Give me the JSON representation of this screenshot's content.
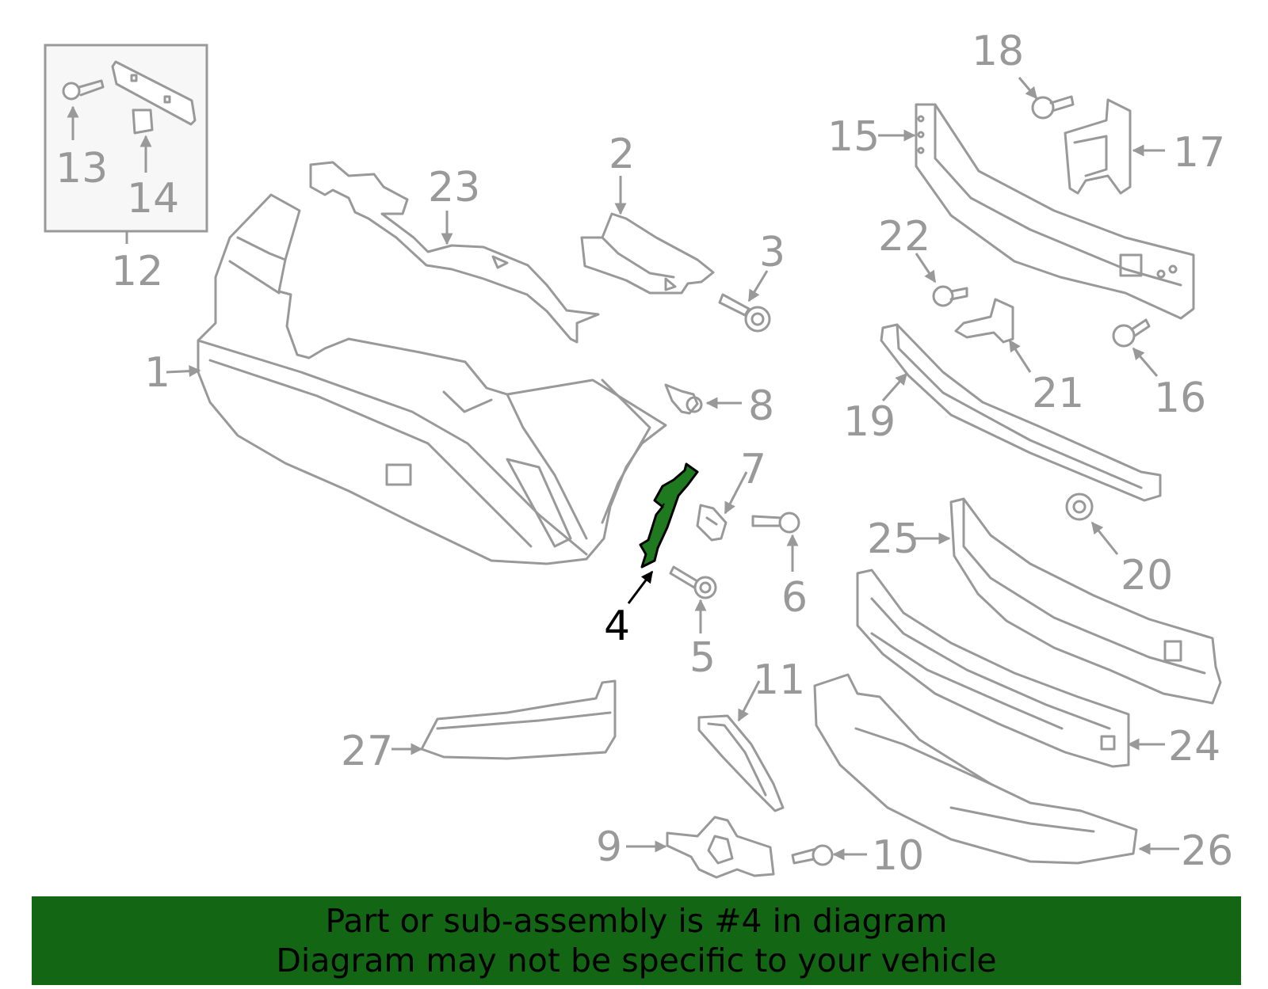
{
  "diagram": {
    "highlight_part": "4",
    "callouts": [
      {
        "id": "c1",
        "label": "1"
      },
      {
        "id": "c2",
        "label": "2"
      },
      {
        "id": "c3",
        "label": "3"
      },
      {
        "id": "c4",
        "label": "4"
      },
      {
        "id": "c5",
        "label": "5"
      },
      {
        "id": "c6",
        "label": "6"
      },
      {
        "id": "c7",
        "label": "7"
      },
      {
        "id": "c8",
        "label": "8"
      },
      {
        "id": "c9",
        "label": "9"
      },
      {
        "id": "c10",
        "label": "10"
      },
      {
        "id": "c11",
        "label": "11"
      },
      {
        "id": "c12",
        "label": "12"
      },
      {
        "id": "c13",
        "label": "13"
      },
      {
        "id": "c14",
        "label": "14"
      },
      {
        "id": "c15",
        "label": "15"
      },
      {
        "id": "c16",
        "label": "16"
      },
      {
        "id": "c17",
        "label": "17"
      },
      {
        "id": "c18",
        "label": "18"
      },
      {
        "id": "c19",
        "label": "19"
      },
      {
        "id": "c20",
        "label": "20"
      },
      {
        "id": "c21",
        "label": "21"
      },
      {
        "id": "c22",
        "label": "22"
      },
      {
        "id": "c23",
        "label": "23"
      },
      {
        "id": "c24",
        "label": "24"
      },
      {
        "id": "c25",
        "label": "25"
      },
      {
        "id": "c26",
        "label": "26"
      },
      {
        "id": "c27",
        "label": "27"
      }
    ]
  },
  "banner": {
    "line1": "Part or sub-assembly is #4 in diagram",
    "line2": "Diagram may not be specific to your vehicle",
    "background": "#136613",
    "text_color": "#000000"
  },
  "colors": {
    "line_gray": "#999999",
    "highlight_green": "#1f7a1f",
    "highlight_outline": "#000000",
    "inset_box_fill": "#f7f7f7"
  }
}
